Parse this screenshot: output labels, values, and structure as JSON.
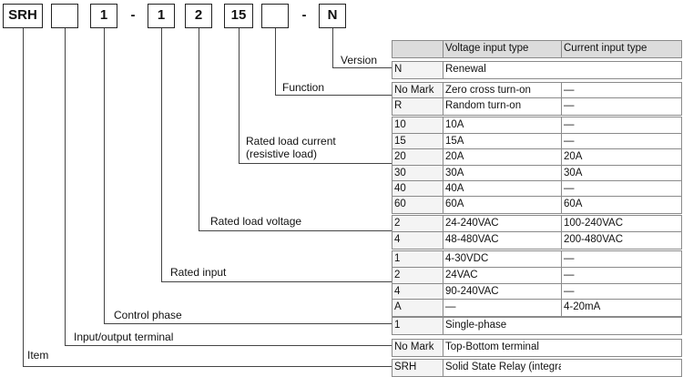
{
  "code": {
    "item": "SRH",
    "io_terminal": "",
    "control_phase": "1",
    "sep1": "-",
    "rated_input": "1",
    "rated_voltage": "2",
    "rated_current": "15",
    "function": "",
    "sep2": "-",
    "version": "N"
  },
  "labels": {
    "version": "Version",
    "function": "Function",
    "rated_current_line1": "Rated load current",
    "rated_current_line2": "(resistive load)",
    "rated_voltage": "Rated load voltage",
    "rated_input": "Rated input",
    "control_phase": "Control phase",
    "io_terminal": "Input/output terminal",
    "item": "Item"
  },
  "table": {
    "header": [
      "",
      "Voltage input type",
      "Current input type"
    ],
    "version_rows": [
      [
        "N",
        "Renewal",
        ""
      ]
    ],
    "function_rows": [
      [
        "No Mark",
        "Zero cross turn-on",
        "—"
      ],
      [
        "R",
        "Random turn-on",
        "—"
      ]
    ],
    "current_rows": [
      [
        "10",
        "10A",
        "—"
      ],
      [
        "15",
        "15A",
        "—"
      ],
      [
        "20",
        "20A",
        "20A"
      ],
      [
        "30",
        "30A",
        "30A"
      ],
      [
        "40",
        "40A",
        "—"
      ],
      [
        "60",
        "60A",
        "60A"
      ]
    ],
    "voltage_rows": [
      [
        "2",
        "24-240VAC",
        "100-240VAC"
      ],
      [
        "4",
        "48-480VAC",
        "200-480VAC"
      ]
    ],
    "input_rows": [
      [
        "1",
        "4-30VDC",
        "—"
      ],
      [
        "2",
        "24VAC",
        "—"
      ],
      [
        "4",
        "90-240VAC",
        "—"
      ],
      [
        "A",
        "—",
        "4-20mA"
      ]
    ],
    "phase_rows": [
      [
        "1",
        "Single-phase",
        ""
      ]
    ],
    "terminal_rows": [
      [
        "No Mark",
        "Top-Bottom terminal",
        ""
      ]
    ],
    "item_rows": [
      [
        "SRH",
        "Solid State Relay (integrated heatsink type)",
        ""
      ]
    ]
  }
}
